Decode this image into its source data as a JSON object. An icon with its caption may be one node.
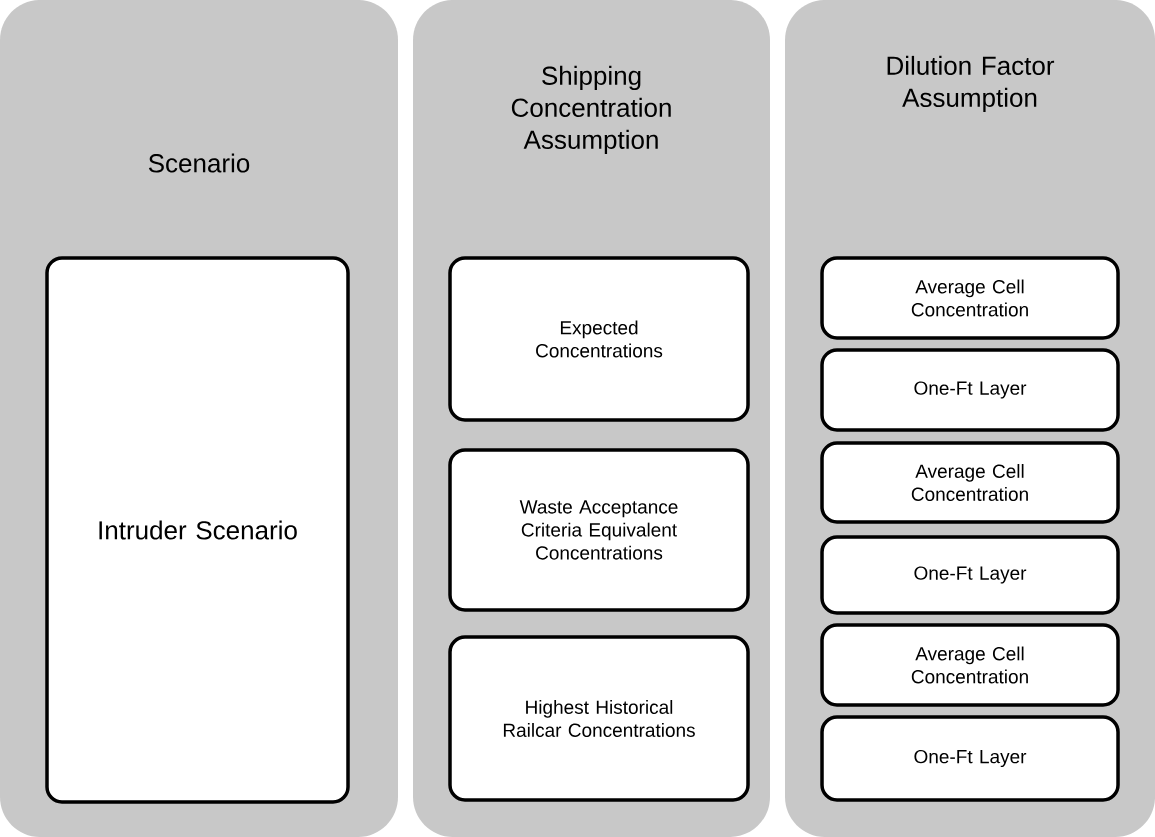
{
  "diagram": {
    "nodes": [
      {
        "text": [
          "Scenario"
        ]
      },
      {
        "text": [
          "Intruder Scenario"
        ],
        "in": 0
      },
      {
        "text": [
          "Shipping Concentration Assumption"
        ]
      },
      {
        "text": [
          "Expected Concentrations"
        ],
        "in": 2
      },
      {
        "text": [
          "Waste Acceptance Criteria Equivalent Concentrations"
        ],
        "in": 2
      },
      {
        "text": [
          "Highest Historical Railcar Concentrations"
        ],
        "in": 2
      },
      {
        "text": [
          "Dilution Factor Assumption"
        ]
      },
      {
        "text": [
          "Average Cell Concentration"
        ],
        "in": 6
      },
      {
        "text": [
          "One-Ft Layer"
        ],
        "in": 6
      },
      {
        "text": [
          "Average Cell Concentration"
        ],
        "in": 6
      },
      {
        "text": [
          "One-Ft Layer"
        ],
        "in": 6
      },
      {
        "text": [
          "Average Cell Concentration"
        ],
        "in": 6
      },
      {
        "text": [
          "One-Ft Layer"
        ],
        "in": 6
      }
    ]
  }
}
